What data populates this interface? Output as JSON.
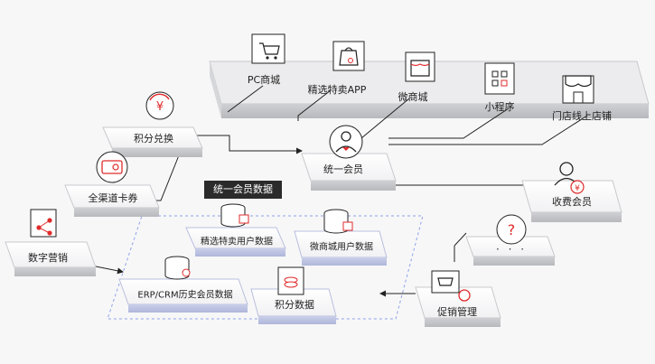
{
  "channels": {
    "pc_mall": "PC商城",
    "curated_app": "精选特卖APP",
    "micro_mall": "微商城",
    "mini_program": "小程序",
    "store_online": "门店线上店铺"
  },
  "modules": {
    "points_exchange": "积分兑换",
    "all_channel_card": "全渠道卡券",
    "digital_marketing": "数字营销",
    "unified_member": "统一会员",
    "paid_member": "收费会员",
    "more": "· · ·",
    "promotion_management": "促销管理"
  },
  "data_center": {
    "title": "统一会员数据",
    "curated_users": "精选特卖用户数据",
    "micro_mall_users": "微商城用户数据",
    "erp_crm_history": "ERP/CRM历史会员数据",
    "points_data": "积分数据"
  },
  "icons": {
    "cart": "shopping-cart-icon",
    "bag": "shopping-bag-icon",
    "store": "store-icon",
    "grid": "mini-program-grid-icon",
    "shop": "shop-awning-icon",
    "yen_cycle": "yen-refresh-icon",
    "card": "card-icon",
    "share": "share-nodes-icon",
    "member": "member-person-icon",
    "paid": "paid-member-icon",
    "question": "question-icon",
    "cart_gear": "cart-gear-icon",
    "database": "database-icon",
    "coins": "coins-icon"
  },
  "colors": {
    "accent": "#e02b2b",
    "ink": "#333333",
    "dashed": "#8da2e6"
  }
}
